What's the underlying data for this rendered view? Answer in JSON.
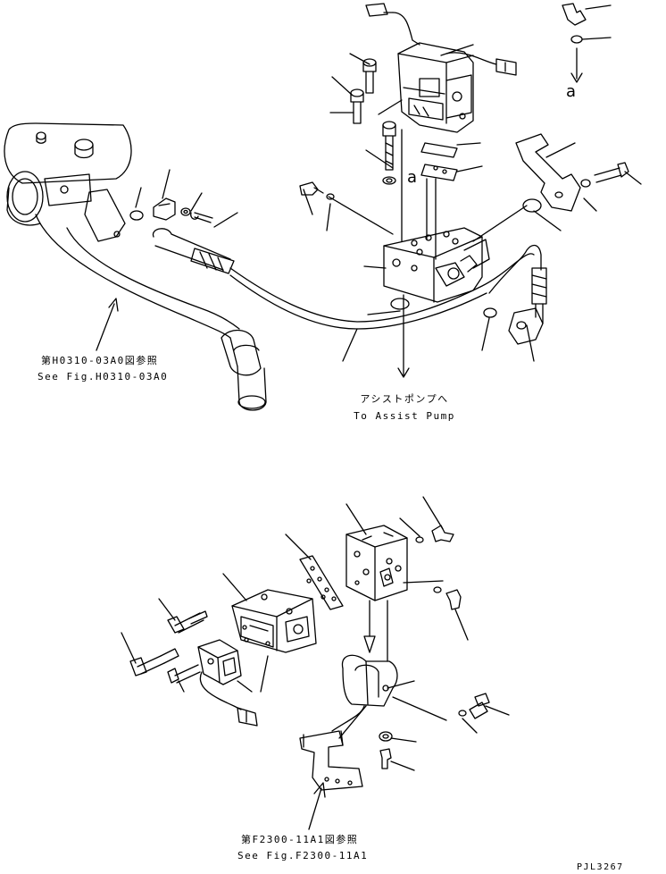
{
  "references": {
    "upper_left_jp": "第H0310-03A0図参照",
    "upper_left_en": "See Fig.H0310-03A0",
    "assist_pump_jp": "アシストポンプへ",
    "assist_pump_en": "To Assist Pump",
    "lower_jp": "第F2300-11A1図参照",
    "lower_en": "See Fig.F2300-11A1"
  },
  "callouts": {
    "a_top": "a",
    "a_mid": "a"
  },
  "drawing_number": "PJL3267"
}
